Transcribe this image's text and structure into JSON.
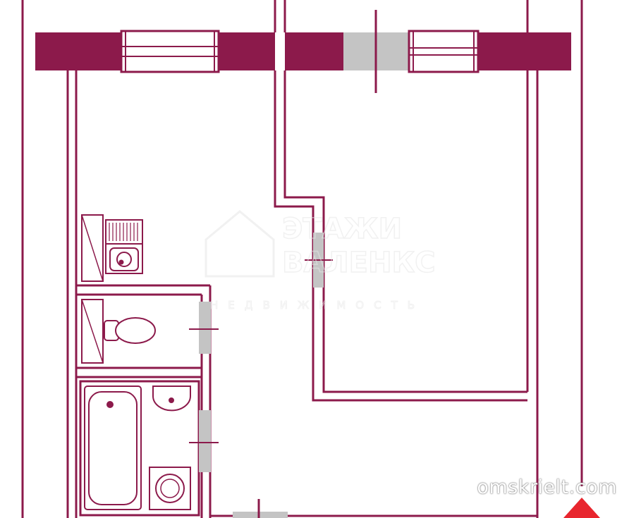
{
  "colors": {
    "wall": "#8c1a4b",
    "door_fill": "#c4c4c4",
    "background": "#ffffff",
    "accent_marker": "#e8262e",
    "watermark": "#e6e6e6"
  },
  "watermark": {
    "brand_line_1": "ЭТАЖИ",
    "brand_line_2": "ВАЛЕНКС",
    "brand_tagline": "НЕДВИЖИМОСТЬ",
    "site": "omskrielt.com"
  }
}
